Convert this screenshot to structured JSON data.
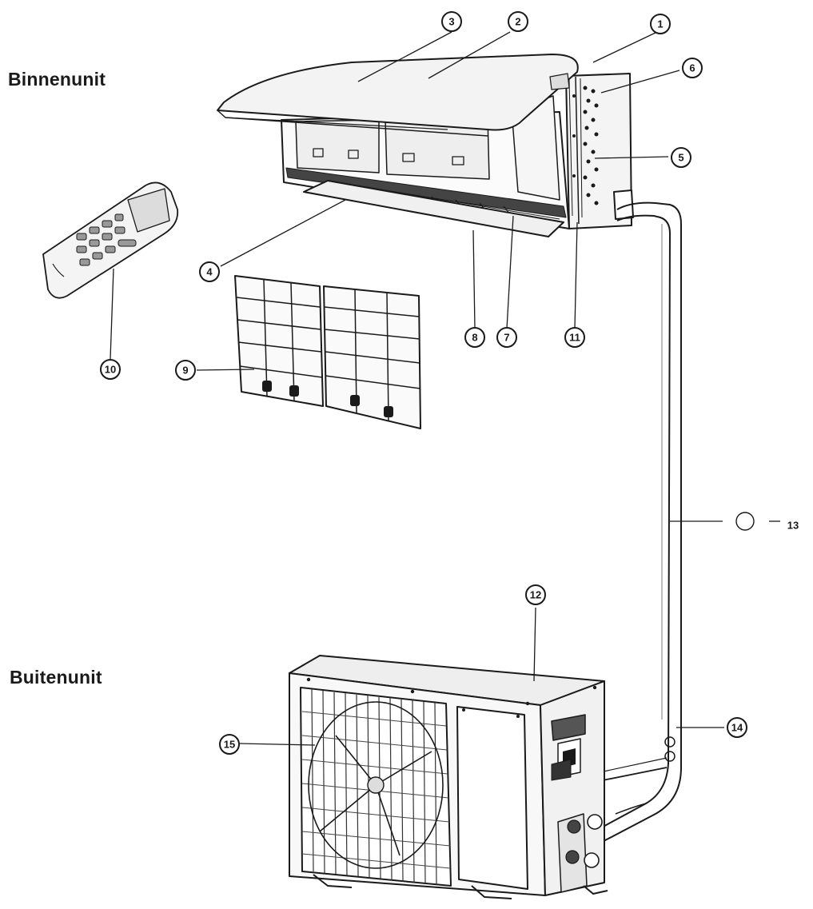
{
  "labels": {
    "indoor_unit": "Binnenunit",
    "outdoor_unit": "Buitenunit"
  },
  "callouts": [
    {
      "id": 1,
      "text": "1"
    },
    {
      "id": 2,
      "text": "2"
    },
    {
      "id": 3,
      "text": "3"
    },
    {
      "id": 4,
      "text": "4"
    },
    {
      "id": 5,
      "text": "5"
    },
    {
      "id": 6,
      "text": "6"
    },
    {
      "id": 7,
      "text": "7"
    },
    {
      "id": 8,
      "text": "8"
    },
    {
      "id": 9,
      "text": "9"
    },
    {
      "id": 10,
      "text": "10"
    },
    {
      "id": 11,
      "text": "11"
    },
    {
      "id": 12,
      "text": "12"
    },
    {
      "id": 13,
      "text": "13"
    },
    {
      "id": 14,
      "text": "14"
    },
    {
      "id": 15,
      "text": "15"
    }
  ],
  "colors": {
    "line": "#1a1a1a",
    "fill_light": "#f2f2f2",
    "fill_mid": "#d6d6d6",
    "fill_dark": "#555555"
  }
}
